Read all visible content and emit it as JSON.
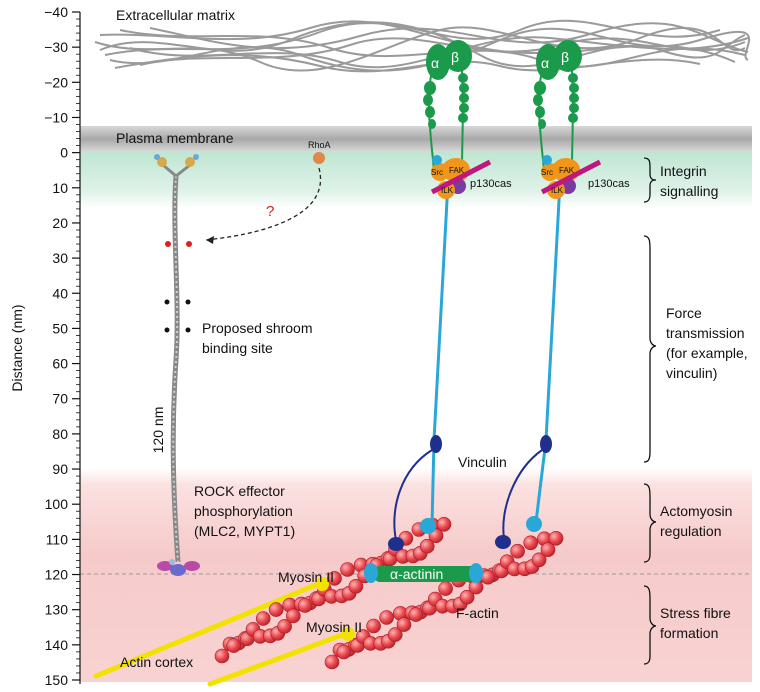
{
  "axis": {
    "label": "Distance (nm)",
    "ticks": [
      -40,
      -30,
      -20,
      -10,
      0,
      10,
      20,
      30,
      40,
      50,
      60,
      70,
      80,
      90,
      100,
      110,
      120,
      130,
      140,
      150
    ]
  },
  "labels": {
    "extracellular_matrix": "Extracellular matrix",
    "plasma_membrane": "Plasma membrane",
    "rhoa": "RhoA",
    "question_mark": "?",
    "shroom_line1": "Proposed shroom",
    "shroom_line2": "binding site",
    "length_120nm": "120 nm",
    "rock_line1": "ROCK effector",
    "rock_line2": "phosphorylation",
    "rock_line3": "(MLC2, MYPT1)",
    "vinculin": "Vinculin",
    "myosin_ii_top": "Myosin II",
    "myosin_ii_bottom": "Myosin II",
    "alpha_actinin": "α-actinin",
    "f_actin": "F-actin",
    "actin_cortex": "Actin cortex",
    "alpha": "α",
    "beta": "β",
    "src": "Src",
    "fak": "FAK",
    "ilk": "ILK",
    "p130cas": "p130cas"
  },
  "regions": {
    "integrin_line1": "Integrin",
    "integrin_line2": "signalling",
    "force_line1": "Force",
    "force_line2": "transmission",
    "force_line3": "(for example,",
    "force_line4": "vinculin)",
    "actomyosin_line1": "Actomyosin",
    "actomyosin_line2": "regulation",
    "stress_line1": "Stress fibre",
    "stress_line2": "formation"
  },
  "colors": {
    "membrane": "#a9a9a9",
    "integrin_zone": "#cdebdc",
    "actomyosin_zone": "#f6c9c9",
    "integrin": "#1a9a4a",
    "talin": "#29a8d8",
    "vinculin": "#1e2f8c",
    "actin": "#e84850",
    "myosin": "#f2e200",
    "alpha_actinin": "#1a9a4a",
    "fak_complex": "#f0961a",
    "p130cas_bar": "#c0177e",
    "rhoa": "#e0884a"
  }
}
